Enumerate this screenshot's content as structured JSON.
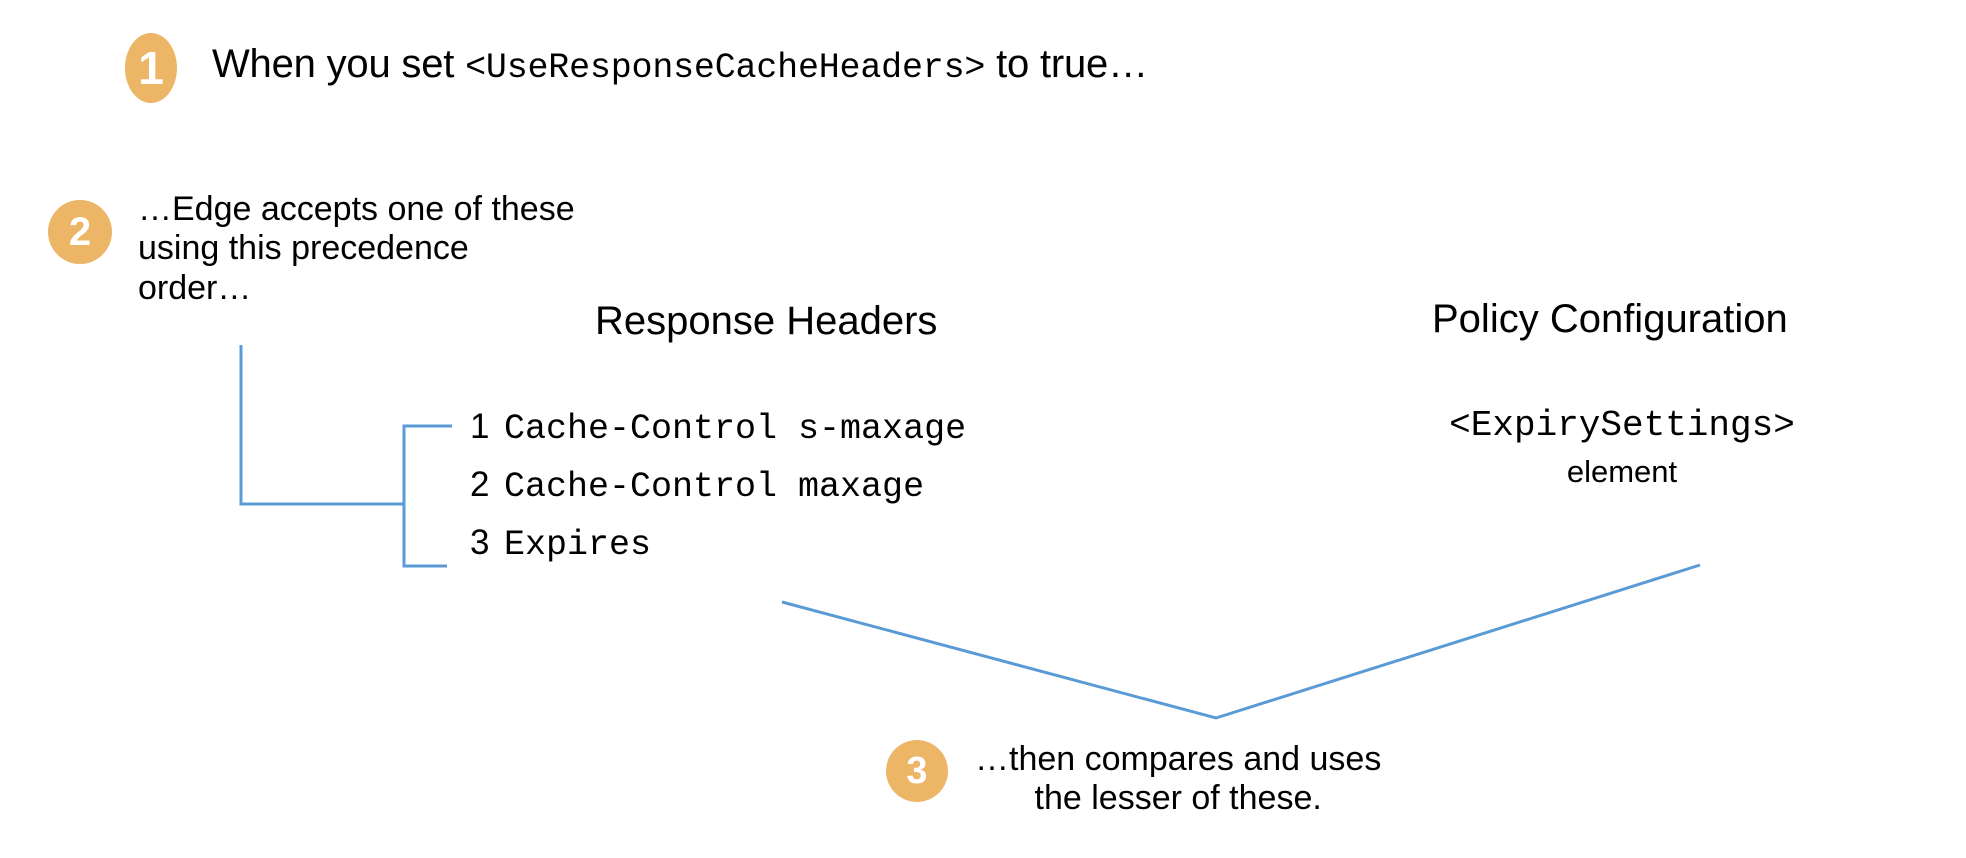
{
  "steps": [
    {
      "number": "1",
      "text_before": "When you set ",
      "text_code": "<UseResponseCacheHeaders>",
      "text_after": " to true…"
    },
    {
      "number": "2",
      "lines": [
        "…Edge accepts one of these",
        "using this precedence",
        "order…"
      ]
    },
    {
      "number": "3",
      "lines": [
        "…then compares and uses",
        "the lesser of these."
      ]
    }
  ],
  "columns": {
    "response_headers": {
      "heading": "Response Headers",
      "items": [
        {
          "rank": "1",
          "value": "Cache-Control s-maxage"
        },
        {
          "rank": "2",
          "value": "Cache-Control maxage"
        },
        {
          "rank": "3",
          "value": "Expires"
        }
      ]
    },
    "policy_configuration": {
      "heading": "Policy Configuration",
      "element_code": "<ExpirySettings>",
      "element_word": "element"
    }
  },
  "colors": {
    "badge": "#edb566",
    "badge_text": "#ffffff",
    "connector_line": "#5b9bd5",
    "text": "#000000",
    "background": "#ffffff"
  }
}
